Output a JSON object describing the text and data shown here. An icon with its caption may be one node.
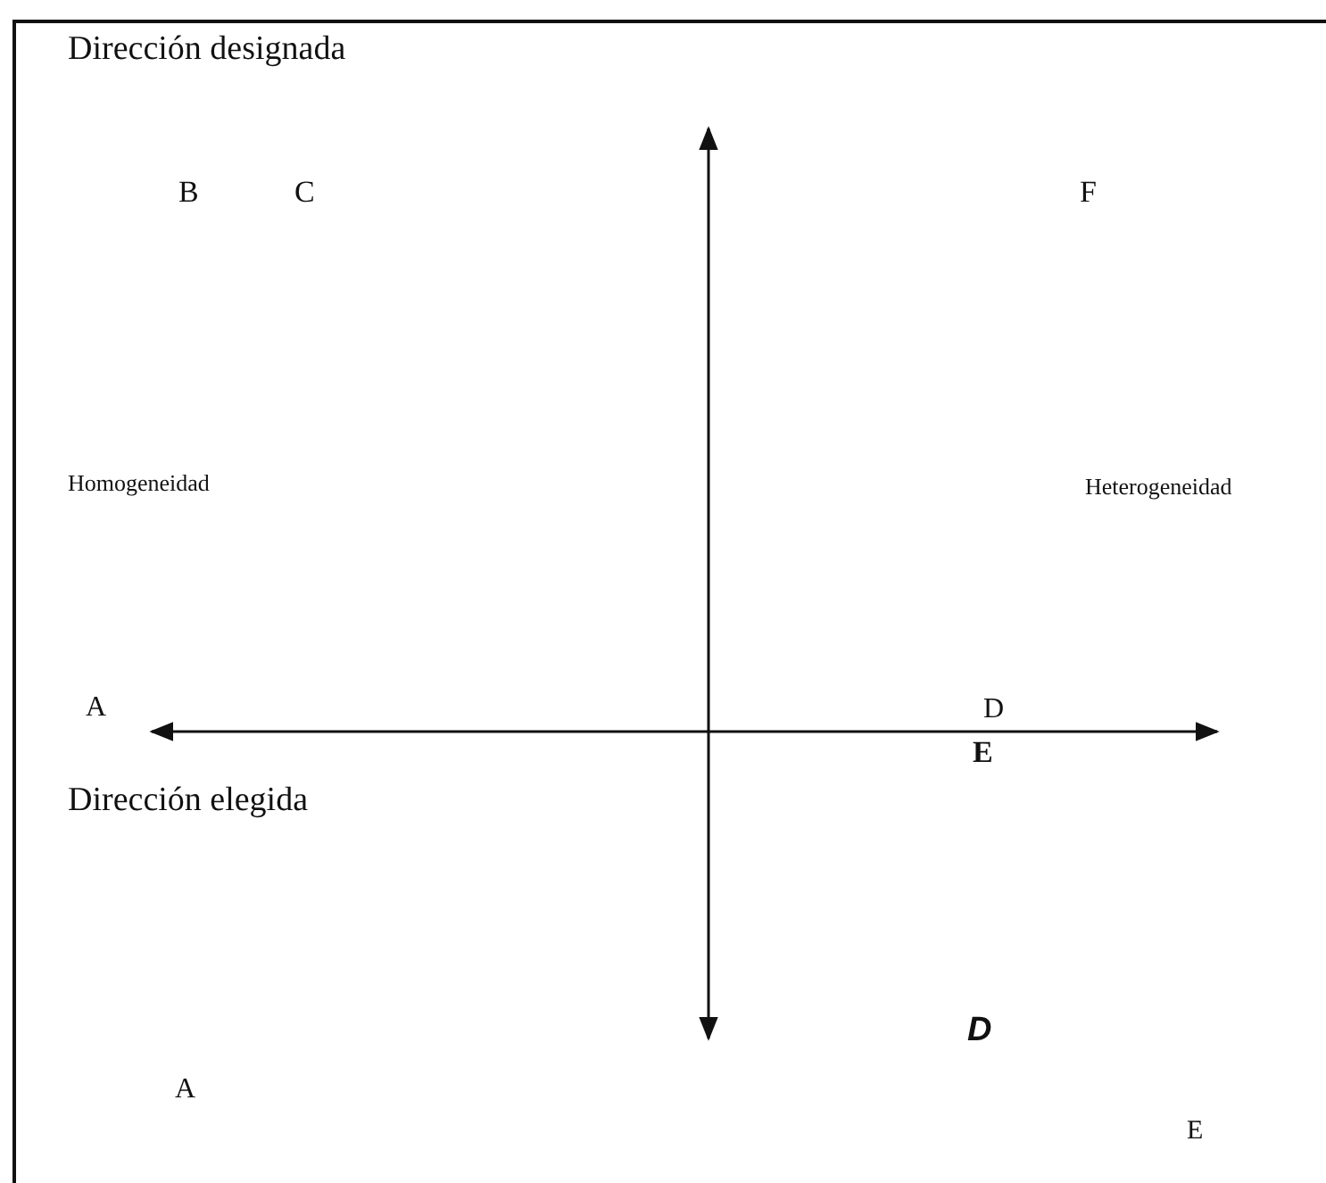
{
  "diagram": {
    "labels": [
      "Dirección designada",
      "B",
      "C",
      "F",
      "Homogeneidad",
      "Heterogeneidad",
      "A",
      "D",
      "E",
      "Dirección elegida",
      "D",
      "A",
      "E"
    ]
  }
}
